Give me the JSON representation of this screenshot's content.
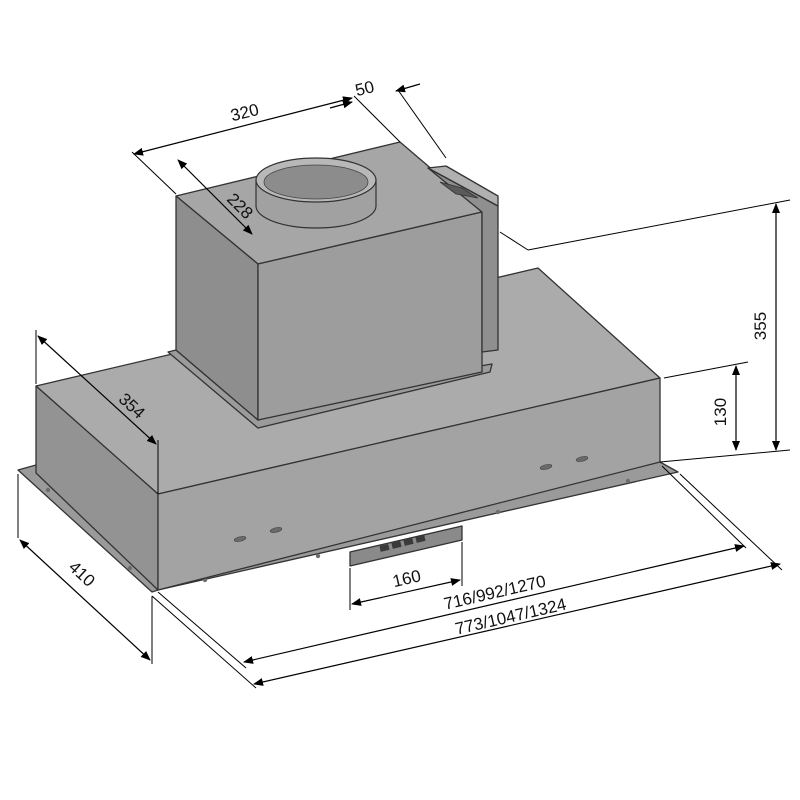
{
  "drawing": {
    "dimensions": {
      "width_top": "320",
      "depth_top_offset": "50",
      "depth_chimney": "228",
      "height_total": "355",
      "height_body": "130",
      "depth_body": "354",
      "depth_plate": "410",
      "outlet_width": "160",
      "width_body_options": "716/992/1270",
      "width_plate_options": "773/1047/1324"
    },
    "colors": {
      "body_front": "#a3a3a3",
      "body_top": "#ababab",
      "body_side": "#939393",
      "plate": "#9a9a9a",
      "chimney_front": "#9d9d9d",
      "chimney_side": "#8e8e8e",
      "chimney_top": "#a6a6a6",
      "duct_inner": "#8c8c8c",
      "ink": "#000000"
    }
  }
}
